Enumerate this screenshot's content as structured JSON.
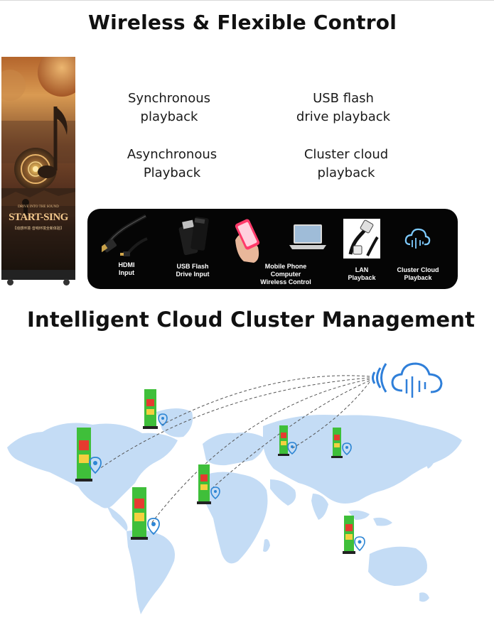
{
  "section1": {
    "title": "Wireless & Flexible Control"
  },
  "poster": {
    "tagline": "DRIVE INTO THE SOUND",
    "headline": "START-SING",
    "subtitle": "【动感环境·音响环境全新体验】"
  },
  "playback_modes": [
    {
      "line1": "Synchronous",
      "line2": "playback"
    },
    {
      "line1": "USB flash",
      "line2": "drive playback"
    },
    {
      "line1": "Asynchronous",
      "line2": "Playback"
    },
    {
      "line1": "Cluster cloud",
      "line2": "playback"
    }
  ],
  "inputs": [
    {
      "icon": "hdmi-cable-icon",
      "lines": [
        "HDMI",
        "Input"
      ]
    },
    {
      "icon": "usb-flash-drive-icon",
      "lines": [
        "USB Flash",
        "Drive Input"
      ]
    },
    {
      "icon": "mobile-phone-icon",
      "lines": [
        "Mobile Phone",
        "Computer",
        "Wireless Control"
      ]
    },
    {
      "icon": "laptop-icon",
      "lines": [
        "",
        ""
      ]
    },
    {
      "icon": "lan-cable-icon",
      "lines": [
        "LAN",
        "Playback"
      ]
    },
    {
      "icon": "cluster-cloud-icon",
      "lines": [
        "Cluster Cloud",
        "Playback"
      ]
    }
  ],
  "section2": {
    "title": "Intelligent Cloud Cluster Management"
  },
  "colors": {
    "panel_bg": "#050505",
    "map_fill": "#c4dcf5",
    "pin": "#2e86d4",
    "screen_green": "#3fbf3a",
    "cloud_blue": "#2f7fd9"
  }
}
